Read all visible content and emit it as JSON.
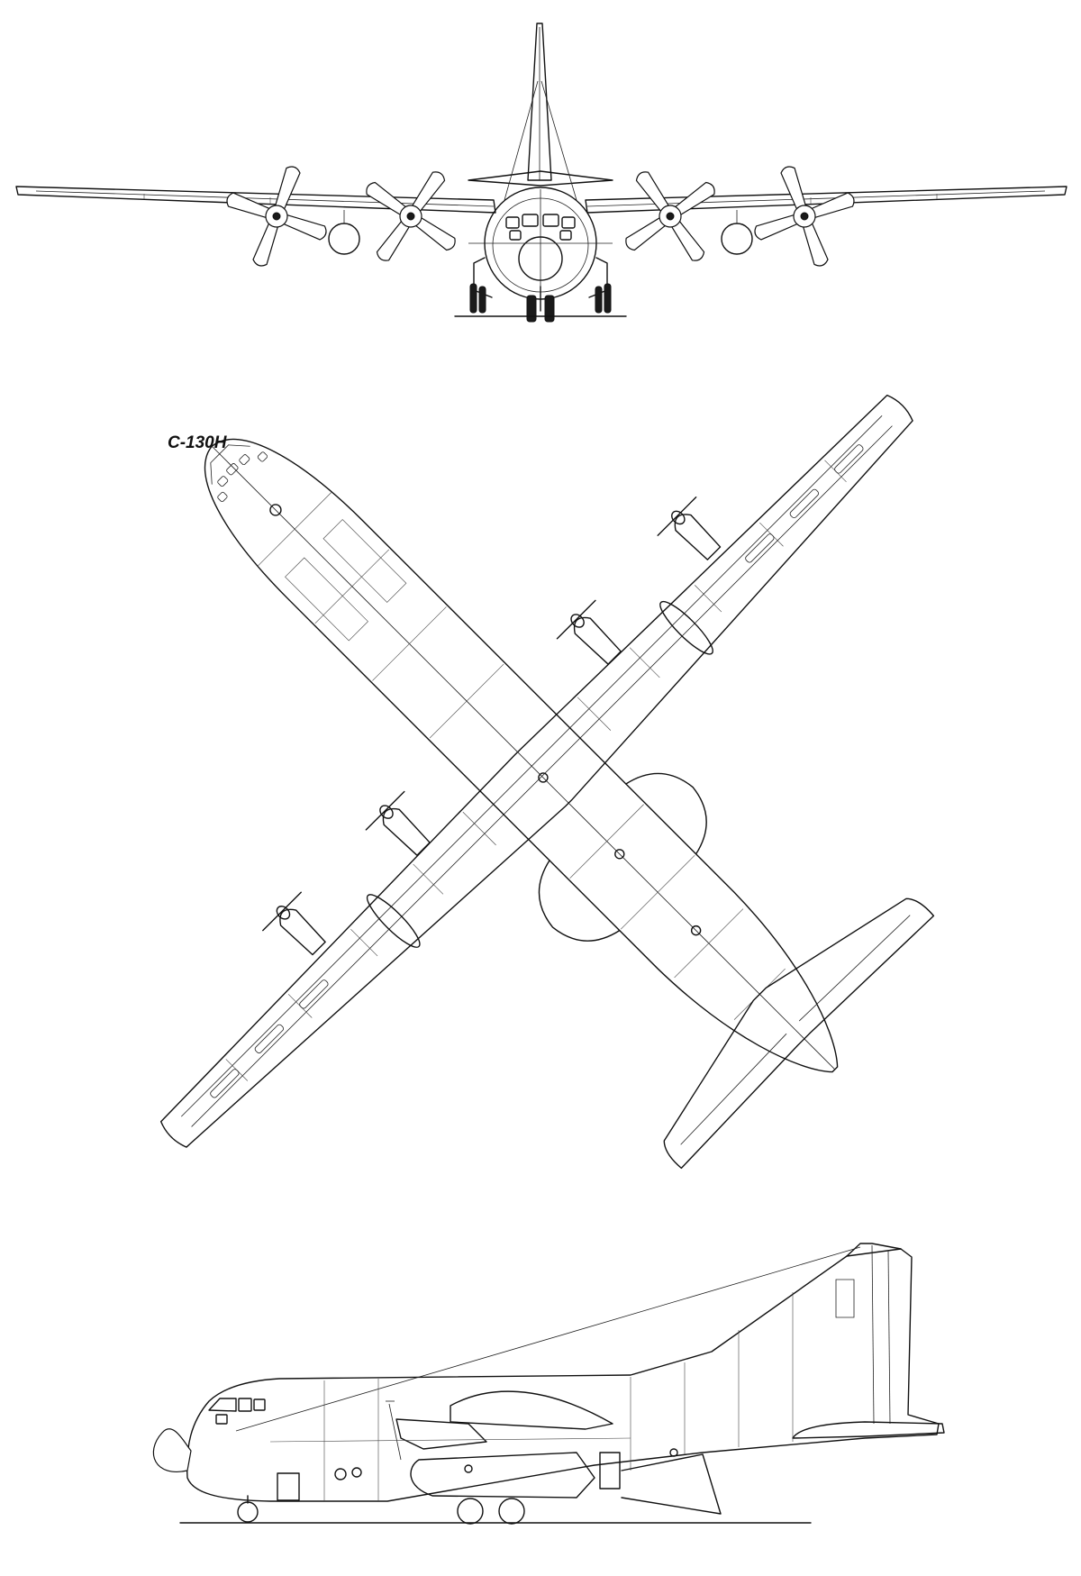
{
  "aircraft_label": "C-130H",
  "views": [
    "front-view",
    "top-view",
    "side-view"
  ]
}
